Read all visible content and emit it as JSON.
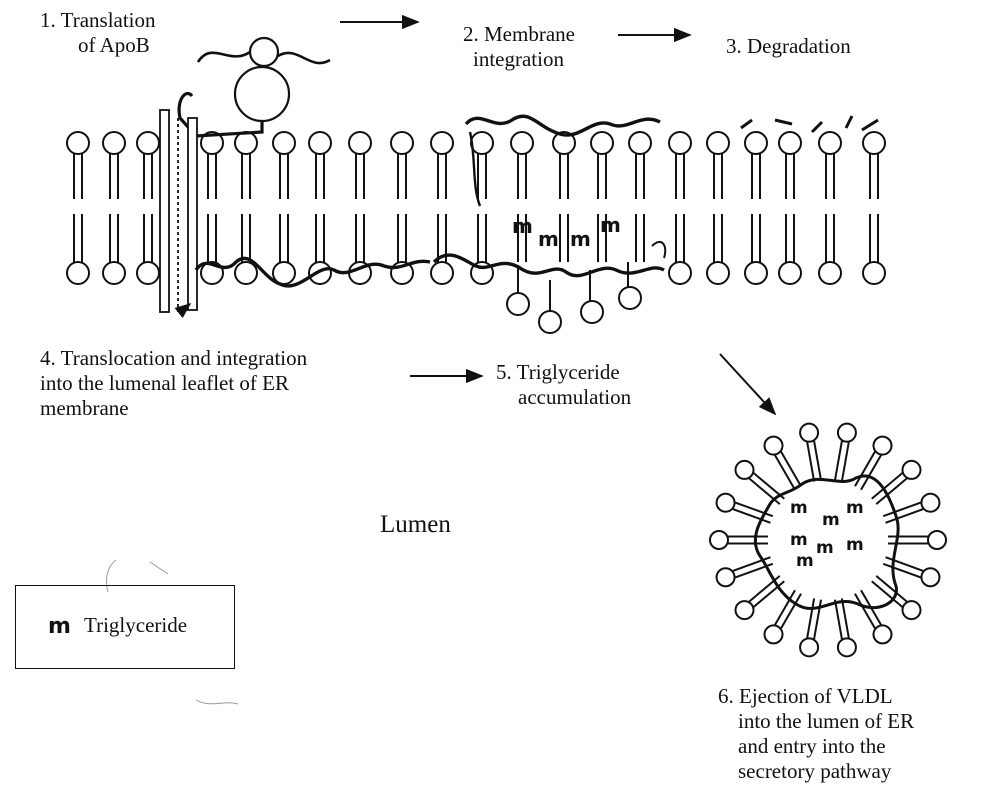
{
  "steps": {
    "s1": [
      "1. Translation",
      "of ApoB"
    ],
    "s2": [
      "2. Membrane",
      "integration"
    ],
    "s3": [
      "3. Degradation"
    ],
    "s4": [
      "4. Translocation and integration",
      "into the lumenal leaflet of  ER",
      "membrane"
    ],
    "s5": [
      "5. Triglyceride",
      "accumulation"
    ],
    "s6": [
      "6. Ejection of  VLDL",
      "into the lumen of ER",
      "and entry into the",
      "secretory pathway"
    ]
  },
  "lumen_label": "Lumen",
  "legend": {
    "symbol": "m",
    "label": "Triglyceride"
  },
  "tg_symbol": "m"
}
